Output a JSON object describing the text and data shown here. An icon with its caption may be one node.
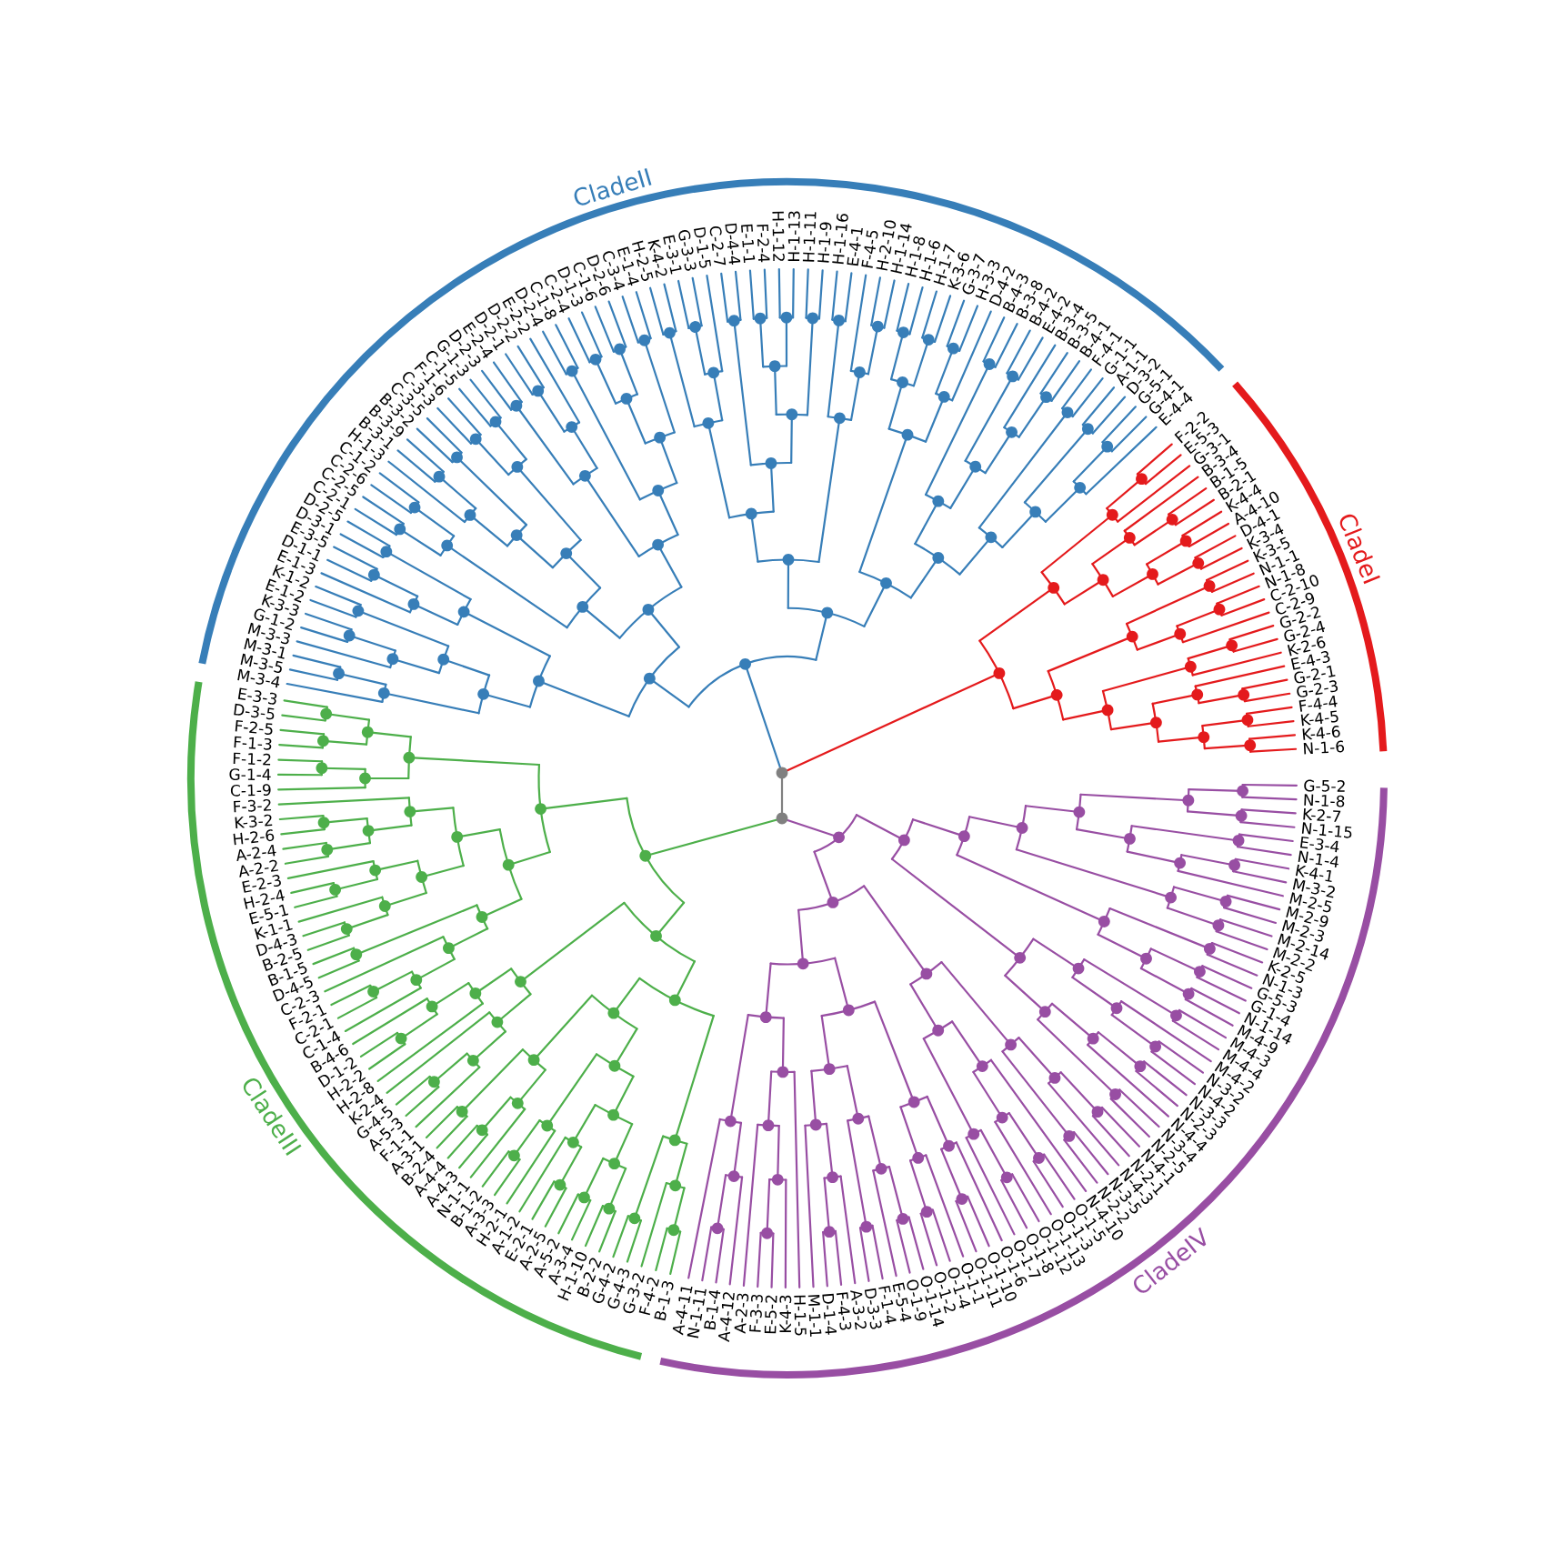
{
  "diagram": {
    "labels": [
      "CladeII",
      "M-3-4",
      "M-3-5",
      "M-3-1",
      "M-3-3",
      "G-1-2",
      "K-3-3",
      "E-1-2",
      "K-1-2",
      "E-1-3",
      "D-1-1",
      "E-3-5",
      "D-3-1",
      "D-2-5",
      "C-2-1",
      "C-2-5",
      "C-2-6",
      "C-1-2",
      "H-1-3",
      "B-3-1",
      "B-3-9",
      "B-3-2",
      "C-3-5",
      "C-3-3",
      "F-1-6",
      "C-1-5",
      "G-1-3",
      "D-2-3",
      "E-2-4",
      "D-2-1",
      "D-2-2",
      "E-2-2",
      "D-2-4",
      "C-1-8",
      "C-2-4",
      "D-1-3",
      "C-1-6",
      "D-2-6",
      "C-3-4",
      "E-1-4",
      "H-2-5",
      "K-4-2",
      "E-3-1",
      "G-3-3",
      "D-1-5",
      "C-2-7",
      "D-4-4",
      "E-1-1",
      "F-2-4",
      "H-1-12",
      "H-1-13",
      "H-1-11",
      "H-1-9",
      "H-1-16",
      "E-4-1",
      "F-4-5",
      "H-2-10",
      "H-1-14",
      "H-1-8",
      "H-1-6",
      "H-1-7",
      "K-3-6",
      "G-3-7",
      "H-3-3",
      "D-4-2",
      "B-4-3",
      "B-3-8",
      "B-4-2",
      "E-4-2",
      "B-3-4",
      "B-3-5",
      "B-4-1",
      "F-4-1",
      "G-1-1",
      "A-1-1",
      "D-3-2",
      "G-5-1",
      "G-4-1",
      "E-4-4",
      "CladeI",
      "F-2-2",
      "E-5-3",
      "G-3-1",
      "B-3-4",
      "B-1-5",
      "B-2-1",
      "K-4-4",
      "A-4-10",
      "D-4-1",
      "K-3-4",
      "K-3-5",
      "N-1-1",
      "N-1-8",
      "C-2-10",
      "C-2-9",
      "G-2-2",
      "G-2-4",
      "K-2-6",
      "E-4-3",
      "G-2-1",
      "G-2-3",
      "F-4-4",
      "K-4-5",
      "K-4-6",
      "N-1-6",
      "CladeIII",
      "E-3-3",
      "D-3-5",
      "F-2-5",
      "F-1-3",
      "F-1-2",
      "G-1-4",
      "C-1-9",
      "F-3-2",
      "K-3-2",
      "H-2-6",
      "A-2-4",
      "A-2-2",
      "E-2-3",
      "H-2-4",
      "E-5-1",
      "K-1-1",
      "D-4-3",
      "B-2-5",
      "B-1-5",
      "D-4-5",
      "C-2-3",
      "F-2-1",
      "C-2-1",
      "C-1-4",
      "B-4-6",
      "D-1-2",
      "H-2-2",
      "H-2-8",
      "K-2-4",
      "G-4-5",
      "A-5-3",
      "F-1-1",
      "A-3-1",
      "B-2-4",
      "A-4-4",
      "A-4-3",
      "N-1-1",
      "B-1-2",
      "A-3-3",
      "H-2-1",
      "A-1-2",
      "E-2-1",
      "A-2-5",
      "A-5-2",
      "A-3-4",
      "H-1-10",
      "B-2-2",
      "G-4-2",
      "G-4-3",
      "G-3-2",
      "F-4-2",
      "B-1-3",
      "CladeIV",
      "A-4-11",
      "N-1-11",
      "B-1-4",
      "A-4-12",
      "A-2-3",
      "F-3-3",
      "E-5-2",
      "K-4-3",
      "H-1-5",
      "M-1-1",
      "D-1-4",
      "F-4-3",
      "A-3-2",
      "D-3-3",
      "F-1-4",
      "E-5-4",
      "O-1-9",
      "O-1-14",
      "O-1-2",
      "O-1-4",
      "O-1-1",
      "O-1-11",
      "O-1-10",
      "O-1-6",
      "O-1-7",
      "O-1-8",
      "O-1-12",
      "O-1-13",
      "O-1-3",
      "O-1-5",
      "N-4-10",
      "N-2-2",
      "N-3-5",
      "N-4-3",
      "N-2-1",
      "N-4-1",
      "N-2-5",
      "N-3-4",
      "N-4-4",
      "N-2-3",
      "N-3-3",
      "N-4-2",
      "N-3-2",
      "M-4-2",
      "M-4-4",
      "M-4-3",
      "M-4-9",
      "N-1-14",
      "G-1-4",
      "G-5-3",
      "N-1-3",
      "K-2-5",
      "M-2-2",
      "M-2-14",
      "M-2-3",
      "M-2-9",
      "M-2-5",
      "M-3-2",
      "K-4-1",
      "N-1-4",
      "E-3-4",
      "N-1-15",
      "K-2-7",
      "N-1-8",
      "G-5-2"
    ]
  }
}
